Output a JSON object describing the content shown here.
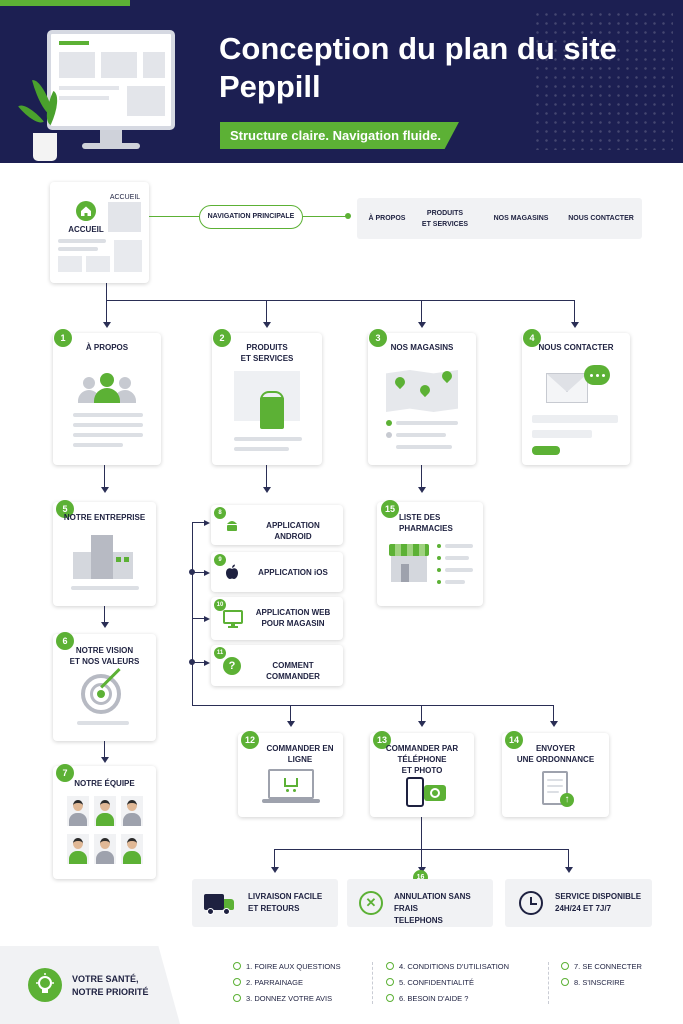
{
  "header": {
    "title": "Conception du plan du site Peppill",
    "tagline": "Structure claire. Navigation fluide."
  },
  "colors": {
    "navy": "#1c1f52",
    "green": "#5cb135",
    "light": "#f1f2f4"
  },
  "home": {
    "label": "ACCUEIL",
    "thumb_label": "ACCUEIL",
    "icon": "home-icon"
  },
  "nav": {
    "label": "NAVIGATION PRINCIPALE",
    "items": [
      "À PROPOS",
      "PRODUITS\nET SERVICES",
      "NOS MAGASINS",
      "NOUS CONTACTER"
    ]
  },
  "sections": [
    {
      "num": "1",
      "title": "À PROPOS"
    },
    {
      "num": "2",
      "title": "PRODUITS\nET SERVICES"
    },
    {
      "num": "3",
      "title": "NOS MAGASINS"
    },
    {
      "num": "4",
      "title": "NOUS CONTACTER"
    }
  ],
  "about": [
    {
      "num": "5",
      "title": "NOTRE ENTREPRISE"
    },
    {
      "num": "6",
      "title": "NOTRE VISION\nET NOS VALEURS"
    },
    {
      "num": "7",
      "title": "NOTRE ÉQUIPE"
    }
  ],
  "products": [
    {
      "num": "8",
      "title": "APPLICATION ANDROID",
      "icon": "android-icon"
    },
    {
      "num": "9",
      "title": "APPLICATION iOS",
      "icon": "apple-icon"
    },
    {
      "num": "10",
      "title": "APPLICATION WEB\nPOUR MAGASIN",
      "icon": "monitor-icon"
    },
    {
      "num": "11",
      "title": "COMMENT COMMANDER",
      "icon": "question-icon"
    }
  ],
  "pharmacies": {
    "num": "15",
    "title": "LISTE DES PHARMACIES"
  },
  "orders": [
    {
      "num": "12",
      "title": "COMMANDER EN LIGNE"
    },
    {
      "num": "13",
      "title": "COMMANDER PAR\nTÉLÉPHONE\nET PHOTO"
    },
    {
      "num": "14",
      "title": "ENVOYER\nUNE ORDONNANCE"
    }
  ],
  "features": {
    "num": "16",
    "items": [
      {
        "text": "LIVRAISON FACILE\nET RETOURS",
        "icon": "truck-icon"
      },
      {
        "text": "ANNULATION SANS FRAIS\nTELEPHONS",
        "icon": "cancel-icon"
      },
      {
        "text": "SERVICE DISPONIBLE\n24H/24 ET 7J/7",
        "icon": "clock-icon"
      }
    ]
  },
  "footer": {
    "slogan": "VOTRE SANTÉ,\nNOTRE PRIORITÉ",
    "links": [
      "1. FOIRE AUX QUESTIONS",
      "2. PARRAINAGE",
      "3. DONNEZ VOTRE AVIS",
      "4. CONDITIONS D'UTILISATION",
      "5. CONFIDENTIALITÉ",
      "6. BESOIN D'AIDE ?",
      "7. SE CONNECTER",
      "8. S'INSCRIRE"
    ]
  }
}
